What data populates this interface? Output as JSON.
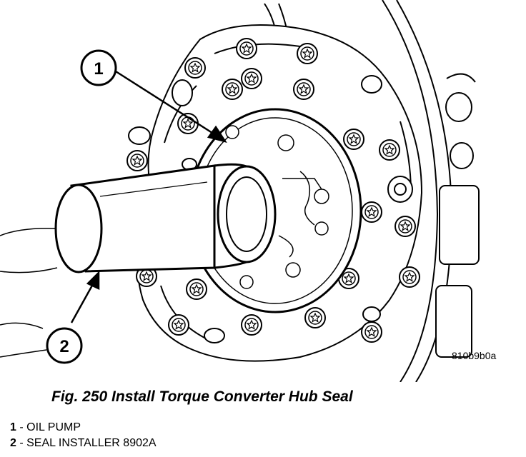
{
  "figure": {
    "callouts": [
      {
        "number": "1"
      },
      {
        "number": "2"
      }
    ],
    "drawing_code": "810b9b0a"
  },
  "caption": "Fig. 250 Install Torque Converter Hub Seal",
  "legend": [
    {
      "number": "1",
      "text": " - OIL PUMP"
    },
    {
      "number": "2",
      "text": " - SEAL INSTALLER 8902A"
    }
  ]
}
